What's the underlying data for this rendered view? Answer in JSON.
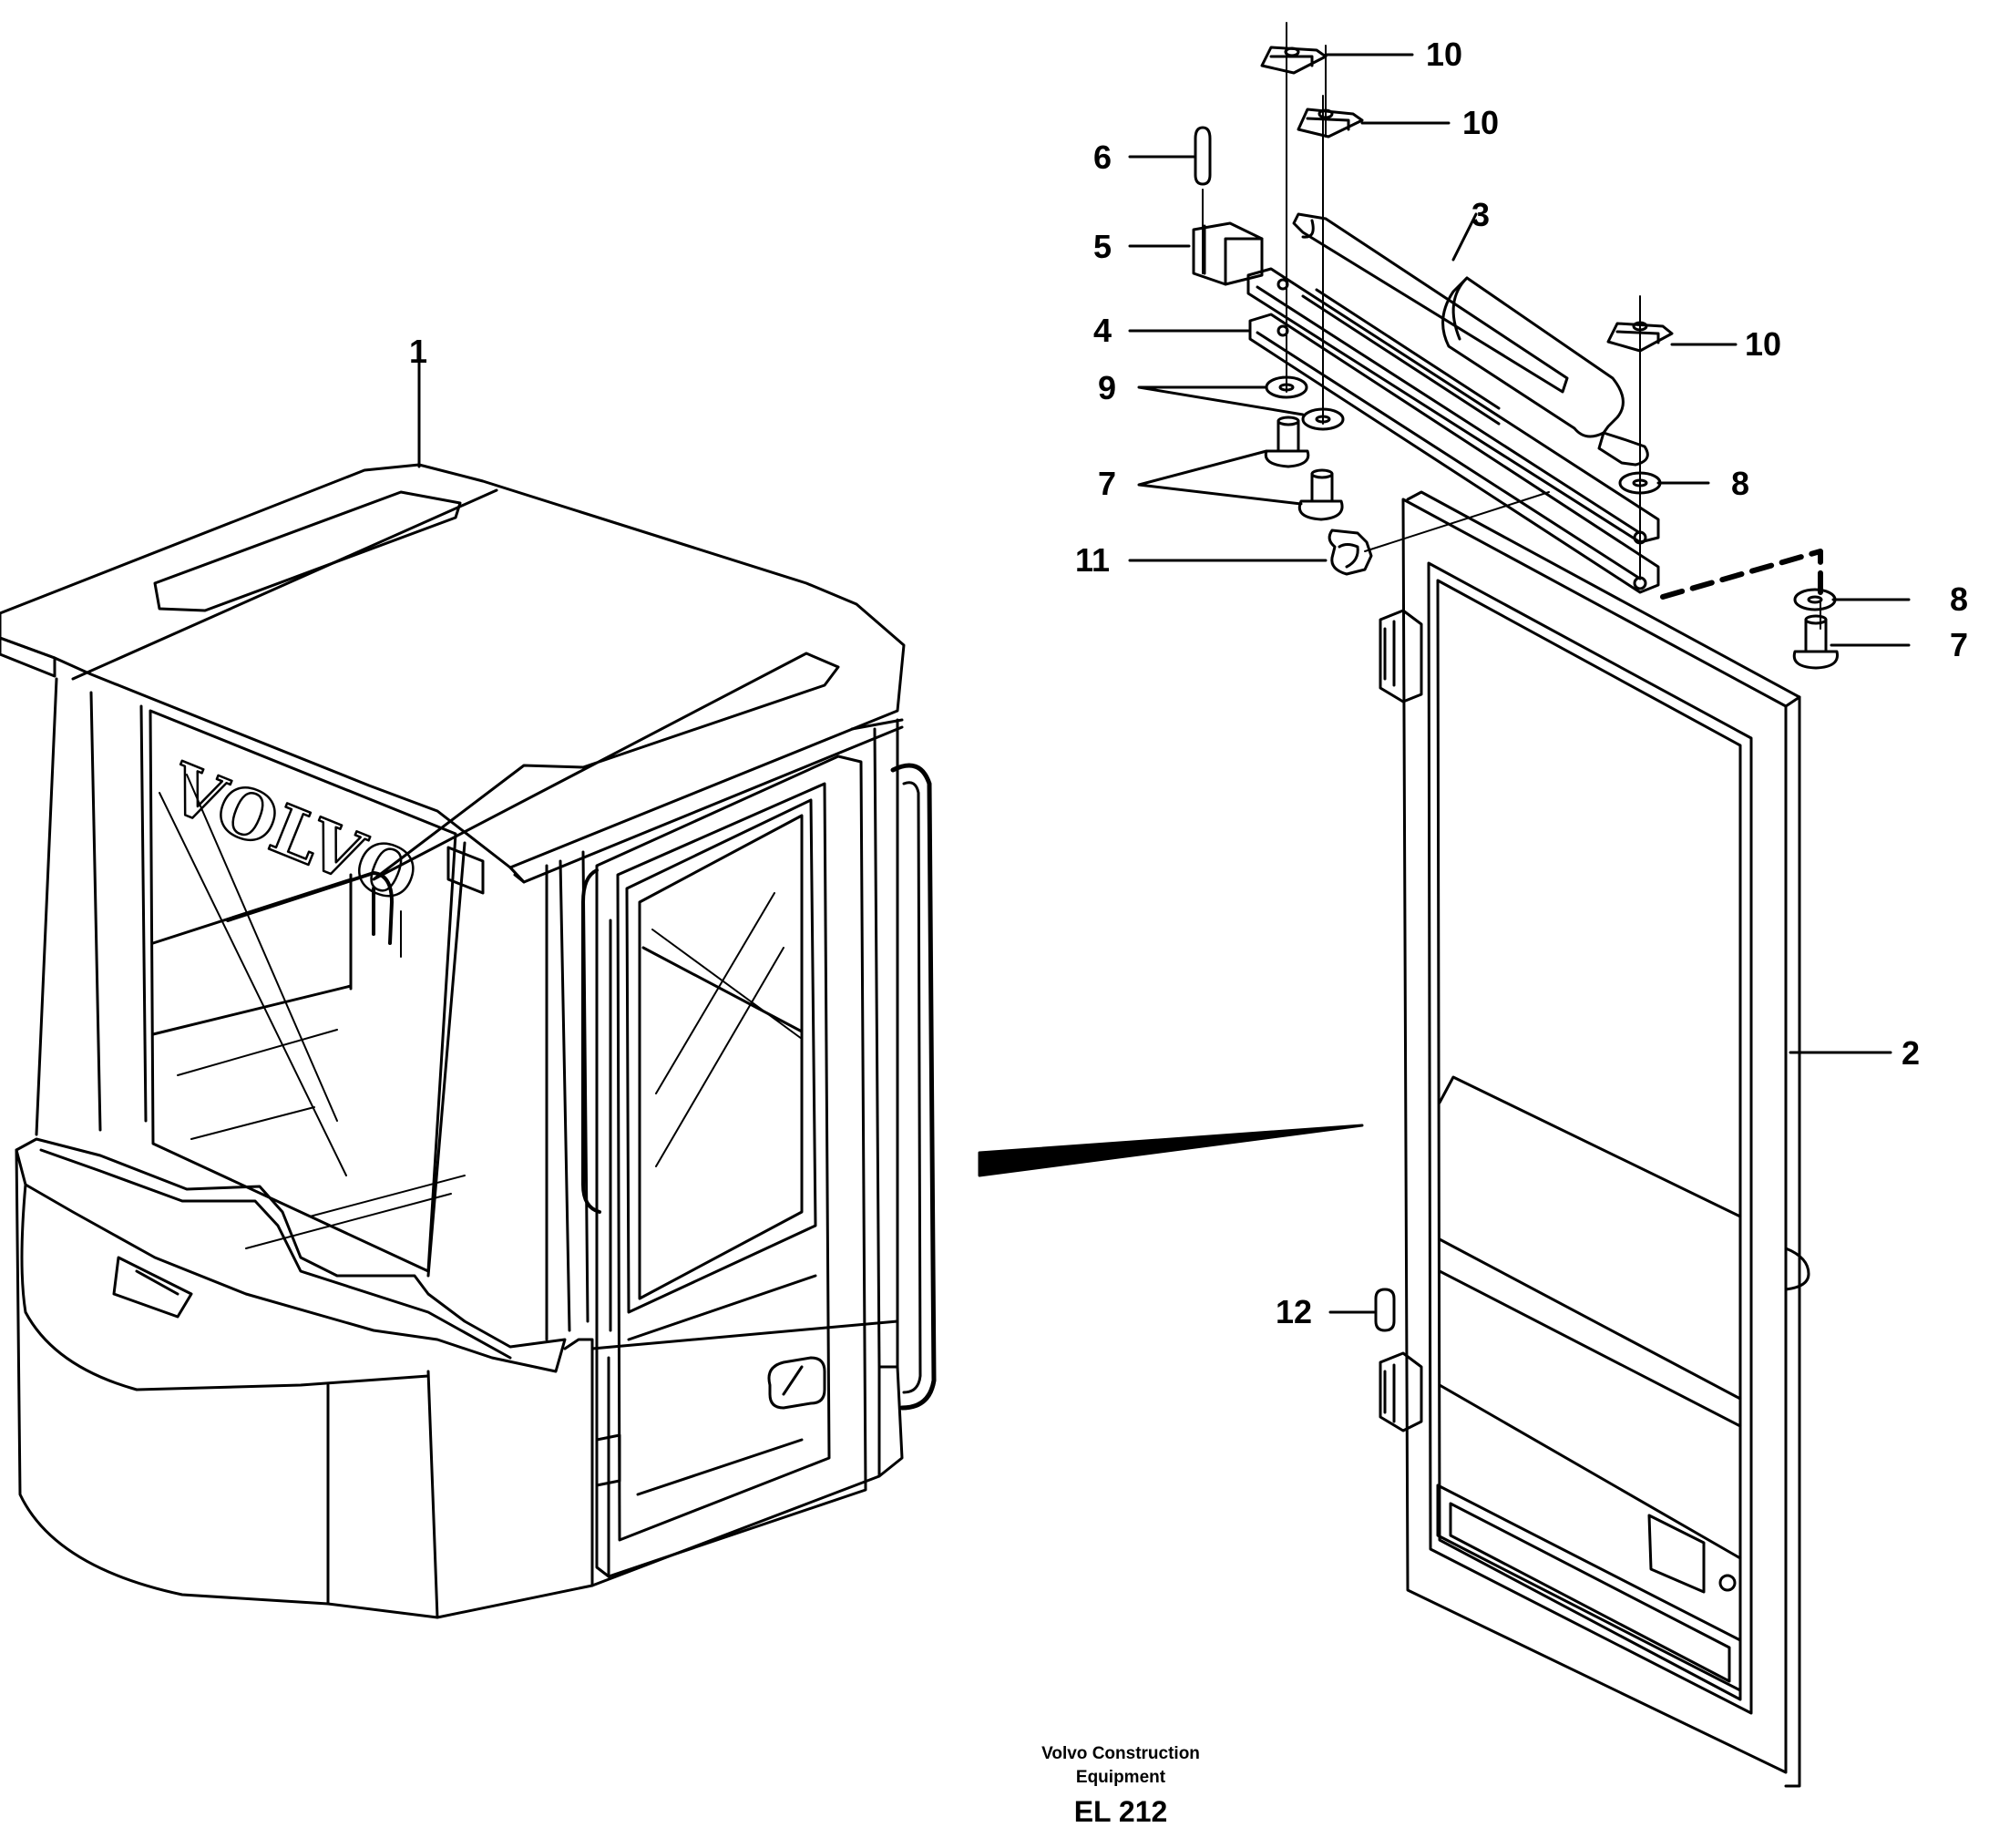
{
  "callouts": [
    {
      "id": "1",
      "text": "1"
    },
    {
      "id": "2",
      "text": "2"
    },
    {
      "id": "3",
      "text": "3"
    },
    {
      "id": "4",
      "text": "4"
    },
    {
      "id": "5",
      "text": "5"
    },
    {
      "id": "6",
      "text": "6"
    },
    {
      "id": "7a",
      "text": "7"
    },
    {
      "id": "7b",
      "text": "7"
    },
    {
      "id": "8a",
      "text": "8"
    },
    {
      "id": "8b",
      "text": "8"
    },
    {
      "id": "9",
      "text": "9"
    },
    {
      "id": "10a",
      "text": "10"
    },
    {
      "id": "10b",
      "text": "10"
    },
    {
      "id": "10c",
      "text": "10"
    },
    {
      "id": "11",
      "text": "11"
    },
    {
      "id": "12",
      "text": "12"
    }
  ],
  "cab_logo": "VOLVO",
  "footer": {
    "company_line1": "Volvo Construction",
    "company_line2": "Equipment",
    "drawing_code": "EL 212"
  }
}
